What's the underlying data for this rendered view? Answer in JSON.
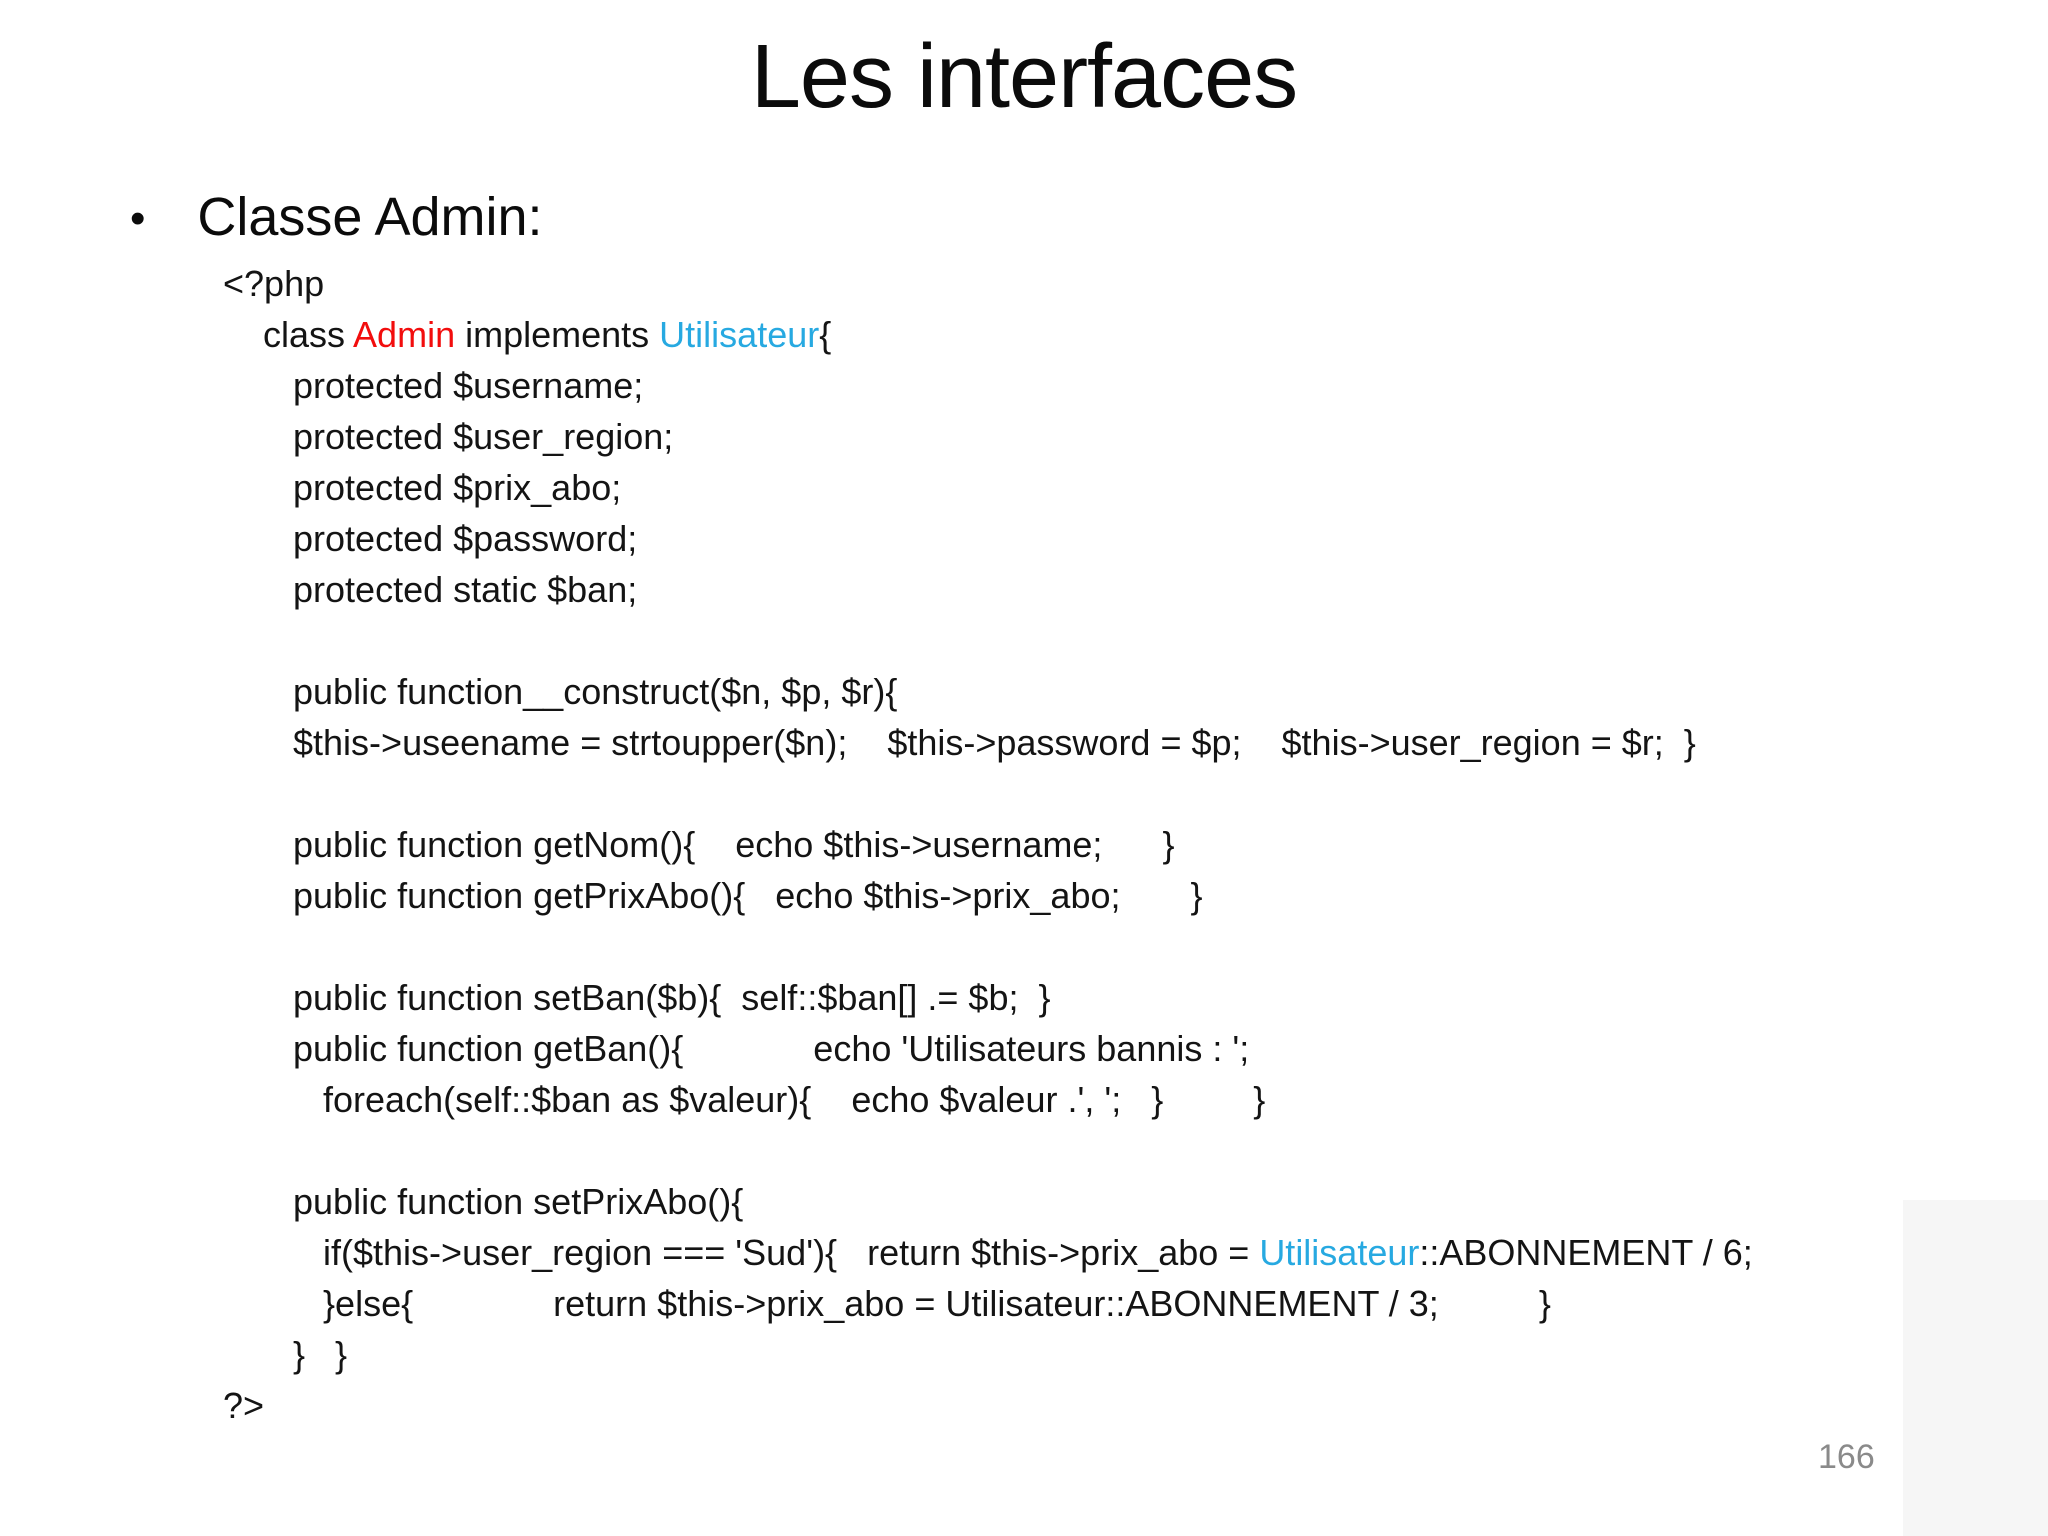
{
  "slide": {
    "title": "Les interfaces",
    "bullet_glyph": "•",
    "bullet_label": "Classe Admin:",
    "page_number": "166"
  },
  "colors": {
    "class_name_red": "#f20d0d",
    "interface_blue": "#27a9e1",
    "page_number_gray": "#8a8a8a"
  },
  "code": {
    "language": "php",
    "lines": [
      {
        "segments": [
          {
            "text": "<?php"
          }
        ]
      },
      {
        "segments": [
          {
            "text": "    class "
          },
          {
            "text": "Admin",
            "color": "red"
          },
          {
            "text": " implements "
          },
          {
            "text": "Utilisateur",
            "color": "blue"
          },
          {
            "text": "{"
          }
        ]
      },
      {
        "segments": [
          {
            "text": "       protected $username;"
          }
        ]
      },
      {
        "segments": [
          {
            "text": "       protected $user_region;"
          }
        ]
      },
      {
        "segments": [
          {
            "text": "       protected $prix_abo;"
          }
        ]
      },
      {
        "segments": [
          {
            "text": "       protected $password;"
          }
        ]
      },
      {
        "segments": [
          {
            "text": "       protected static $ban;"
          }
        ]
      },
      {
        "segments": []
      },
      {
        "segments": [
          {
            "text": "       public function__construct($n, $p, $r){"
          }
        ]
      },
      {
        "segments": [
          {
            "text": "       $this->useename = strtoupper($n);    $this->password = $p;    $this->user_region = $r;  }"
          }
        ]
      },
      {
        "segments": []
      },
      {
        "segments": [
          {
            "text": "       public function getNom(){    echo $this->username;      }"
          }
        ]
      },
      {
        "segments": [
          {
            "text": "       public function getPrixAbo(){   echo $this->prix_abo;       }"
          }
        ]
      },
      {
        "segments": []
      },
      {
        "segments": [
          {
            "text": "       public function setBan($b){  self::$ban[] .= $b;  }"
          }
        ]
      },
      {
        "segments": [
          {
            "text": "       public function getBan(){             echo 'Utilisateurs bannis : ';"
          }
        ]
      },
      {
        "segments": [
          {
            "text": "          foreach(self::$ban as $valeur){    echo $valeur .', ';   }         }"
          }
        ]
      },
      {
        "segments": []
      },
      {
        "segments": [
          {
            "text": "       public function setPrixAbo(){"
          }
        ]
      },
      {
        "segments": [
          {
            "text": "          if($this->user_region === 'Sud'){   return $this->prix_abo = "
          },
          {
            "text": "Utilisateur",
            "color": "blue"
          },
          {
            "text": "::ABONNEMENT / 6;"
          }
        ]
      },
      {
        "segments": [
          {
            "text": "          }else{              return $this->prix_abo = Utilisateur::ABONNEMENT / 3;          }"
          }
        ]
      },
      {
        "segments": [
          {
            "text": "       }   }"
          }
        ]
      },
      {
        "segments": [
          {
            "text": "?>"
          }
        ]
      }
    ]
  }
}
